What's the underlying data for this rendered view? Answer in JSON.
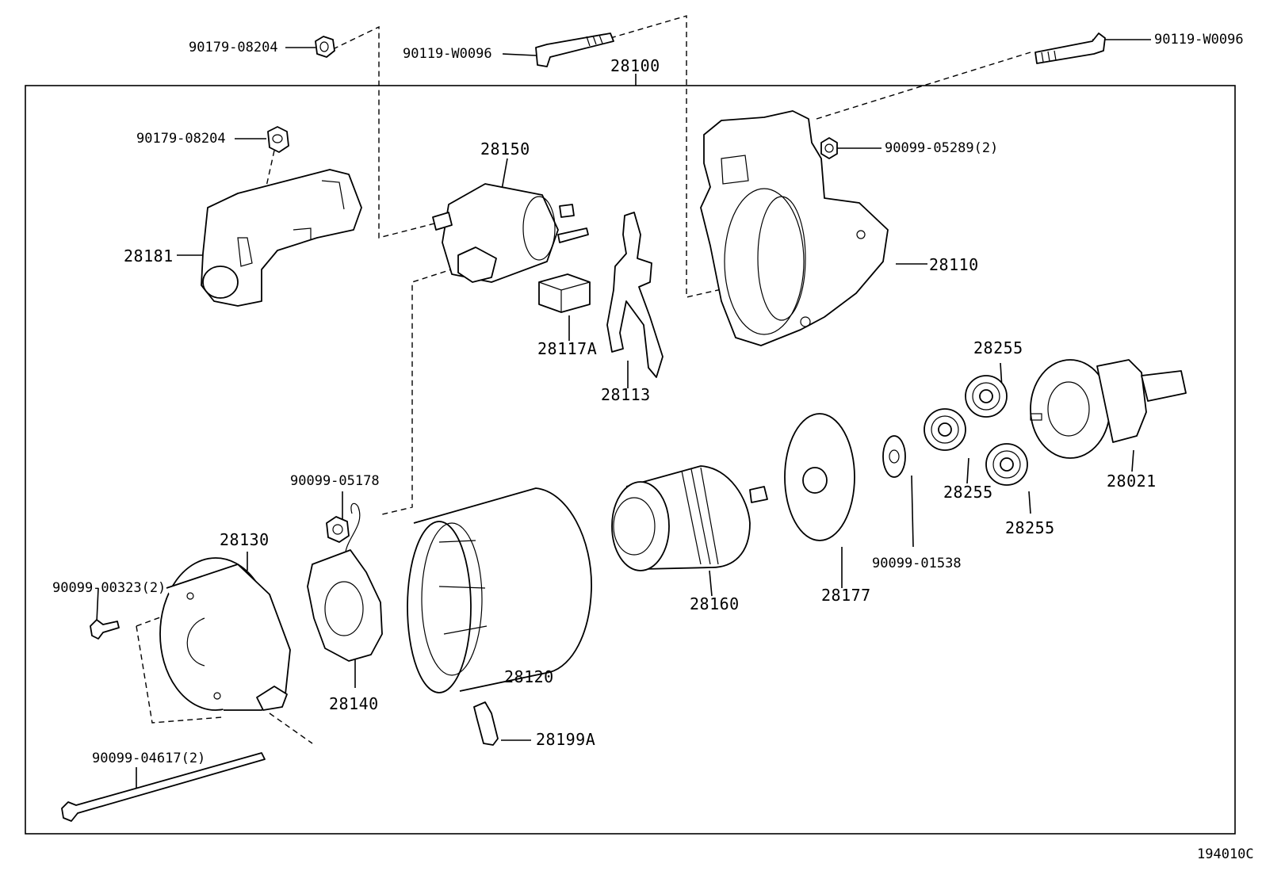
{
  "diagram": {
    "figure_id": "194010C",
    "labels": {
      "l_90179_08204_top": "90179-08204",
      "l_90119_w0096_left": "90119-W0096",
      "l_28100": "28100",
      "l_90119_w0096_right": "90119-W0096",
      "l_90179_08204": "90179-08204",
      "l_28150": "28150",
      "l_90099_05289": "90099-05289(2)",
      "l_28181": "28181",
      "l_28110": "28110",
      "l_28117a": "28117A",
      "l_28113": "28113",
      "l_28255_a": "28255",
      "l_28255_b": "28255",
      "l_28255_c": "28255",
      "l_28021": "28021",
      "l_90099_05178": "90099-05178",
      "l_28130": "28130",
      "l_90099_00323": "90099-00323(2)",
      "l_28160": "28160",
      "l_28177": "28177",
      "l_90099_01538": "90099-01538",
      "l_28120": "28120",
      "l_28140": "28140",
      "l_28199a": "28199A",
      "l_90099_04617": "90099-04617(2)"
    }
  }
}
